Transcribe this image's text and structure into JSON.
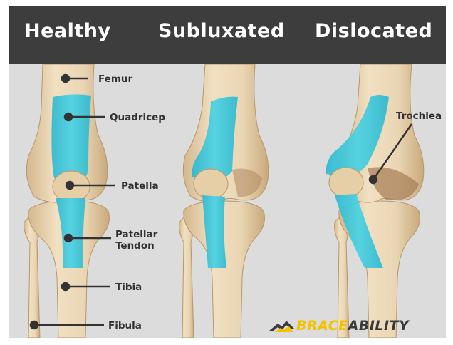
{
  "header": {
    "titles": [
      "Healthy",
      "Subluxated",
      "Dislocated"
    ]
  },
  "labels": {
    "femur": "Femur",
    "quadricep": "Quadricep",
    "patella": "Patella",
    "patellar_tendon_line1": "Patellar",
    "patellar_tendon_line2": "Tendon",
    "tibia": "Tibia",
    "fibula": "Fibula",
    "trochlea": "Trochlea"
  },
  "logo": {
    "part1": "BRACE",
    "part2": "ABILITY"
  },
  "colors": {
    "header_bg": "#3d3d3d",
    "background": "#dcdcdc",
    "bone": "#ead6b4",
    "bone_shadow": "#c9a97c",
    "tendon": "#3ec9dc",
    "label_text": "#333333",
    "logo_yellow": "#f2c200"
  }
}
